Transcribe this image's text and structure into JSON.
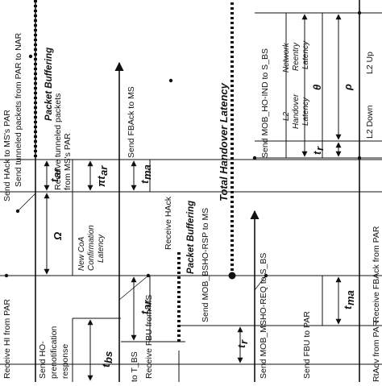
{
  "diagram": {
    "vertical_labels": {
      "receive_hi_from_par": "Receive HI from PAR",
      "send_hack_to_ms_par": "Send HAck to MS's PAR",
      "send_tunneled_packets": "Send tunneled packets from PAR to NAR",
      "packet_buffering_top": "Packet Buffering",
      "receive_tunneled_packets": "Receive tunneled packets from MS's PAR",
      "send_fback_to_ms": "Send FBAck to MS",
      "receive_hack": "Receive HAck",
      "packet_buffering_mid": "Packet Buffering",
      "send_bsho_rsp": "Send MOB_BSHO-RSP to MS",
      "receive_fbu_from_ms": "Receive FBU from MS",
      "send_mob_bsho_req": "Send MOB_MSHO-REQ to S_BS",
      "send_fbu_to_par": "Send FBU to PAR",
      "total_handover_latency": "Total Handover Latency",
      "send_mob_ho_ind": "Send MOB_HO-IND to S_BS",
      "l2_down": "L2 Down",
      "l2_up": "L2 Up",
      "receive_fback_from_par": "Receive FBAck from PAR",
      "rtadv_from_par": "RtAdv from PAR",
      "send_ho_prenotification": "Send HO-",
      "prenotification_response": "prenotification",
      "response": "response",
      "to_t_bs": "to T_BS"
    },
    "box_labels": {
      "new_coa_1": "New CoA",
      "new_coa_2": "Confirmation",
      "new_coa_3": "Latency",
      "l2_handover_1": "L2",
      "l2_handover_2": "Handover",
      "l2_handover_3": "Latency",
      "network_reentry_1": "Network",
      "network_reentry_2": "Reentry",
      "network_reentry_3": "Latency"
    },
    "symbols": {
      "t_ar_top": "t",
      "t_ar_top_sub": "ar",
      "pi_t_ar": "πt",
      "pi_t_ar_sub": "ar",
      "omega": "Ω",
      "t_ma_top": "t",
      "t_ma_top_sub": "ma",
      "t_ar_mid": "t",
      "t_ar_mid_sub": "ar",
      "t_bs": "t",
      "t_bs_sub": "bs",
      "t_r_mid": "t",
      "t_r_mid_sub": "r",
      "t_ma_bottom": "t",
      "t_ma_bottom_sub": "ma",
      "theta": "θ",
      "rho": "ρ",
      "t_r_right": "t",
      "t_r_right_sub": "r"
    }
  }
}
